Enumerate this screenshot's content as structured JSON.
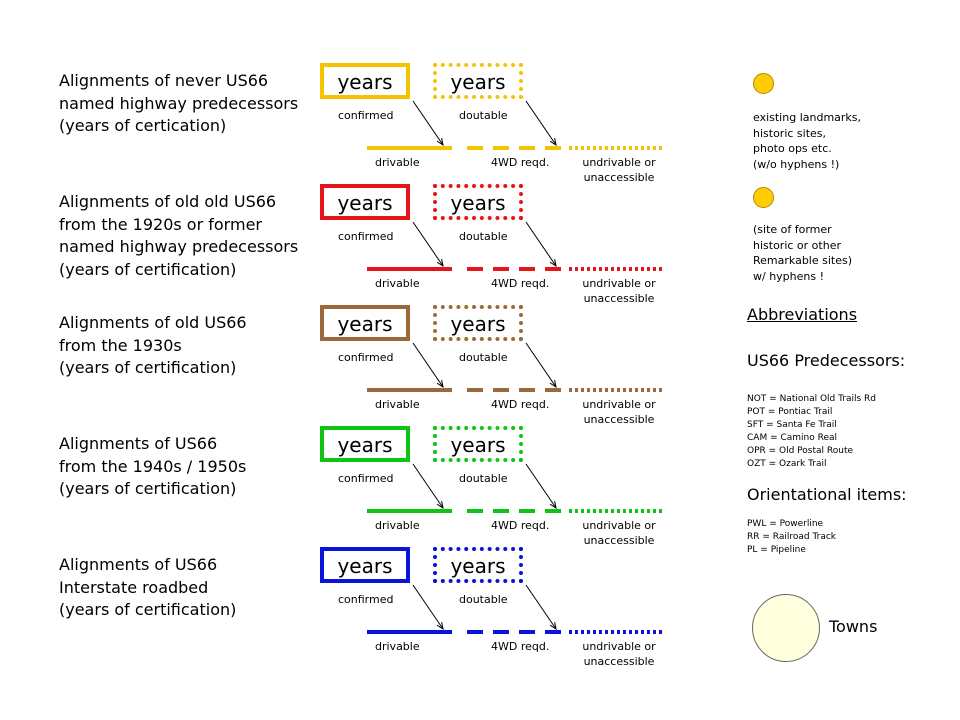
{
  "categories": [
    {
      "label": "Alignments of never US66\nnamed highway predecessors\n(years of certication)",
      "color": "#f5c400"
    },
    {
      "label": "Alignments of old old US66\nfrom the 1920s or former\nnamed highway predecessors\n(years of certification)",
      "color": "#e8141c"
    },
    {
      "label": "Alignments of old US66\nfrom the 1930s\n(years of certification)",
      "color": "#9b6a3c"
    },
    {
      "label": "Alignments of US66\nfrom the 1940s / 1950s\n(years of certification)",
      "color": "#0fc414"
    },
    {
      "label": "Alignments of US66\nInterstate roadbed\n(years of certification)",
      "color": "#0a14d8"
    }
  ],
  "box_text": "years",
  "box_captions": {
    "confirmed": "confirmed",
    "doutable": "doutable"
  },
  "line_captions": {
    "drivable": "drivable",
    "fourwd": "4WD reqd.",
    "undrivable": "undrivable or\nunaccessible"
  },
  "legend": {
    "existing_text": "existing landmarks,\nhistoric sites,\nphoto ops etc.\n(w/o hyphens !)",
    "former_text": "(site of former\nhistoric or other\nRemarkable sites)\nw/ hyphens !",
    "dot_color": "#ffcc00"
  },
  "abbreviations": {
    "title": "Abbreviations",
    "predecessors_title": "US66 Predecessors:",
    "predecessors": [
      "NOT = National Old Trails Rd",
      "POT = Pontiac Trail",
      "SFT = Santa Fe Trail",
      "CAM = Camino Real",
      "OPR = Old Postal Route",
      "OZT = Ozark Trail"
    ],
    "orientational_title": "Orientational items:",
    "orientational": [
      "PWL = Powerline",
      "RR = Railroad Track",
      "PL = Pipeline"
    ]
  },
  "towns_label": "Towns"
}
